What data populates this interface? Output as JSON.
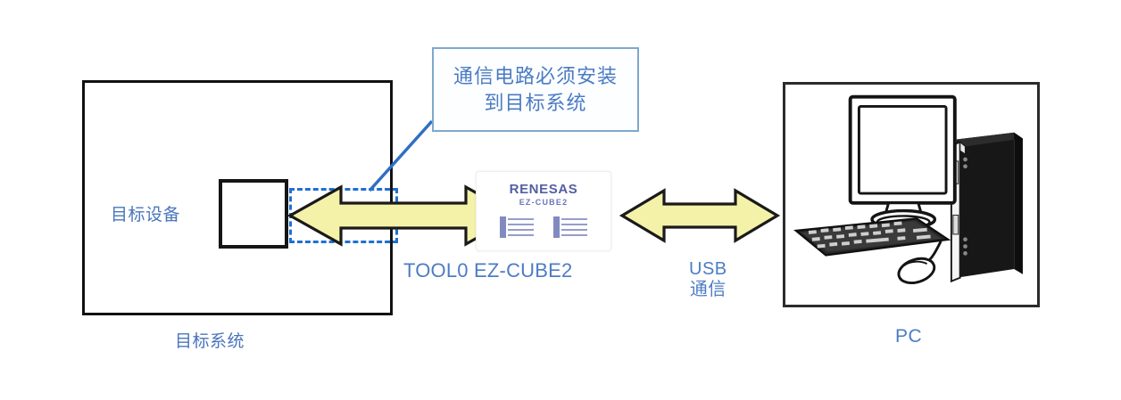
{
  "diagram": {
    "title": "EZ-CUBE2 target system connection diagram",
    "target_system": {
      "box_label": "目标系统",
      "device_label": "目标设备"
    },
    "callout": {
      "line1": "通信电路必须安装",
      "line2": "到目标系统"
    },
    "connections": {
      "tool0_label": "TOOL0 EZ-CUBE2",
      "usb_line1": "USB",
      "usb_line2": "通信"
    },
    "ezcube": {
      "brand": "RENESAS",
      "model": "EZ-CUBE2"
    },
    "pc": {
      "label": "PC"
    },
    "colors": {
      "arrow_fill": "#f4f2a8",
      "arrow_stroke": "#1a1a1a",
      "label_blue": "#4d7cc4",
      "dashed_blue": "#1f6fd0",
      "callout_border": "#7fa8cc",
      "box_black": "#111111"
    },
    "icons": {
      "left_arrow": "double-arrow-icon",
      "right_arrow": "double-arrow-icon",
      "computer": "desktop-computer-icon"
    }
  }
}
